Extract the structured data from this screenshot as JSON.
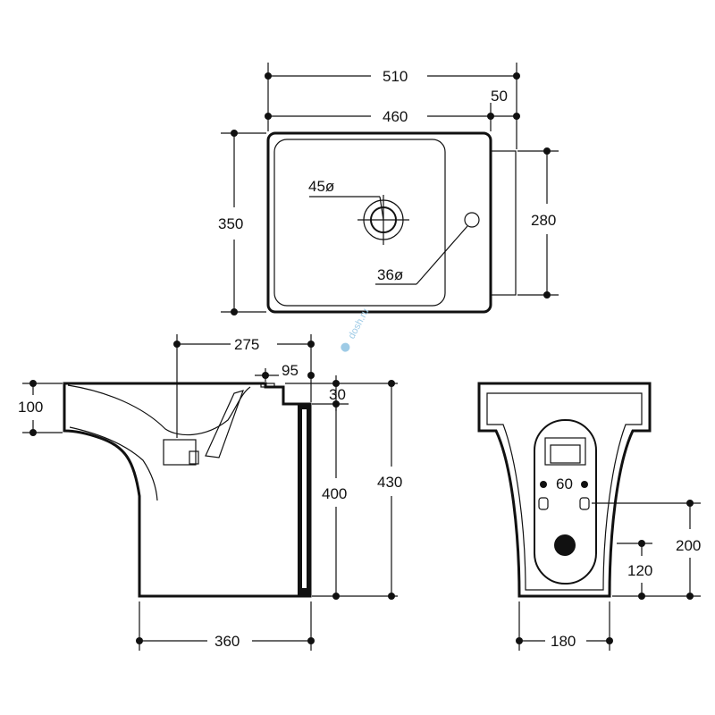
{
  "top_view": {
    "overall_width": "510",
    "inner_width": "460",
    "side_offset": "50",
    "depth": "350",
    "side_depth": "280",
    "tap_hole": "45ø",
    "overflow_hole": "36ø"
  },
  "side_view": {
    "projection": "275",
    "offset": "95",
    "rim": "30",
    "bowl_depth": "100",
    "height_body": "400",
    "height_total": "430",
    "base_depth": "360"
  },
  "rear_view": {
    "fix_spacing": "60",
    "fix_height": "200",
    "drain_height": "120",
    "width": "180"
  },
  "watermark": {
    "text": "dosh.ru"
  }
}
